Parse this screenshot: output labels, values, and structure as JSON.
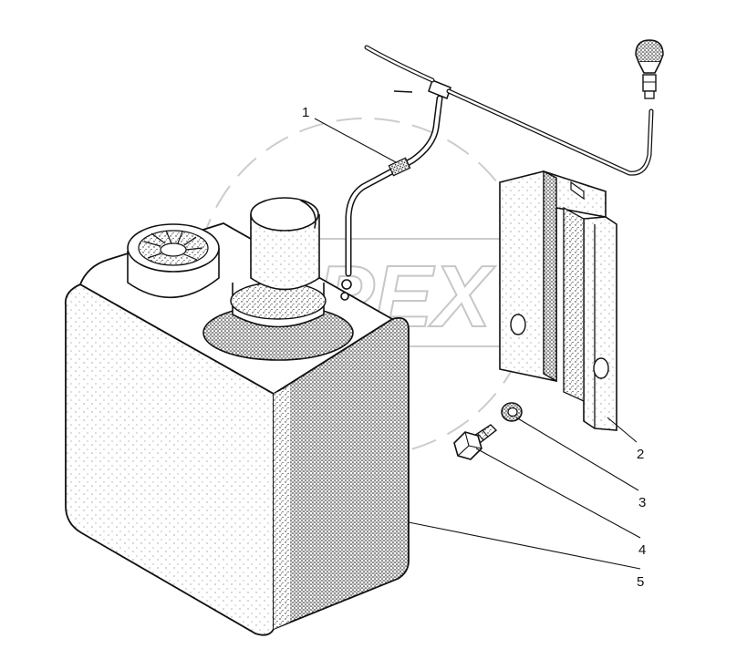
{
  "watermark": {
    "text": "OPEX"
  },
  "callouts": [
    {
      "id": "callout-1",
      "label": "1"
    },
    {
      "id": "callout-2",
      "label": "2"
    },
    {
      "id": "callout-3",
      "label": "3"
    },
    {
      "id": "callout-4",
      "label": "4"
    },
    {
      "id": "callout-5",
      "label": "5"
    }
  ],
  "colors": {
    "ink": "#111111",
    "watermark": "#9a9a9a",
    "paper": "#ffffff"
  }
}
